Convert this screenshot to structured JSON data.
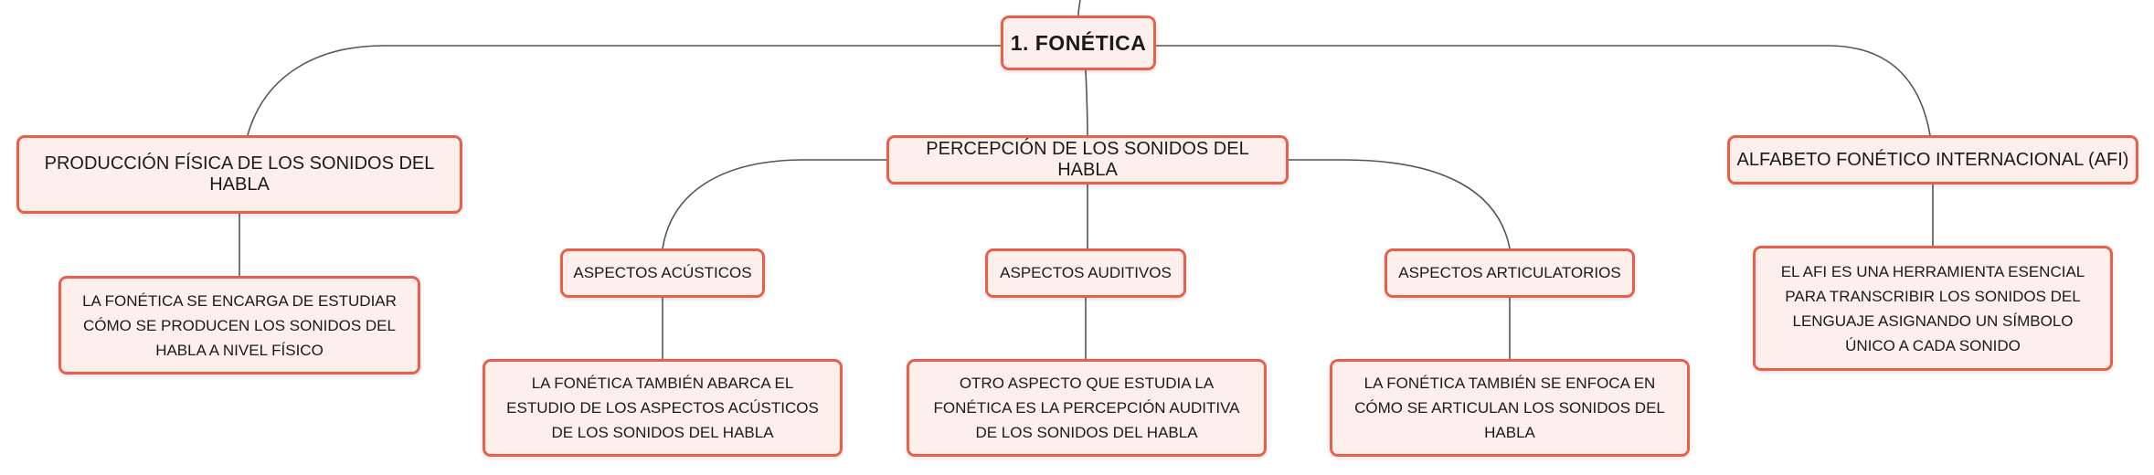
{
  "map": {
    "root": {
      "label": "1. FONÉTICA"
    },
    "branches": [
      {
        "label": "PRODUCCIÓN FÍSICA DE LOS SONIDOS DEL HABLA",
        "detail": "LA FONÉTICA SE ENCARGA DE ESTUDIAR CÓMO SE PRODUCEN LOS SONIDOS DEL HABLA A NIVEL FÍSICO"
      },
      {
        "label": "PERCEPCIÓN DE LOS SONIDOS DEL HABLA",
        "children": [
          {
            "label": "ASPECTOS ACÚSTICOS",
            "detail": "LA FONÉTICA TAMBIÉN ABARCA EL ESTUDIO DE LOS ASPECTOS ACÚSTICOS DE LOS SONIDOS DEL HABLA"
          },
          {
            "label": "ASPECTOS AUDITIVOS",
            "detail": "OTRO ASPECTO QUE ESTUDIA LA FONÉTICA ES LA PERCEPCIÓN AUDITIVA DE LOS SONIDOS DEL HABLA"
          },
          {
            "label": "ASPECTOS ARTICULATORIOS",
            "detail": "LA FONÉTICA TAMBIÉN SE ENFOCA EN CÓMO SE ARTICULAN LOS SONIDOS DEL HABLA"
          }
        ]
      },
      {
        "label": "ALFABETO FONÉTICO INTERNACIONAL (AFI)",
        "detail": "EL AFI ES UNA HERRAMIENTA ESENCIAL PARA TRANSCRIBIR LOS SONIDOS DEL LENGUAJE ASIGNANDO UN SÍMBOLO ÚNICO A CADA SONIDO"
      }
    ]
  },
  "colors": {
    "node_border": "#e8604a",
    "node_fill": "#fdf0ec",
    "connector": "#555555"
  }
}
